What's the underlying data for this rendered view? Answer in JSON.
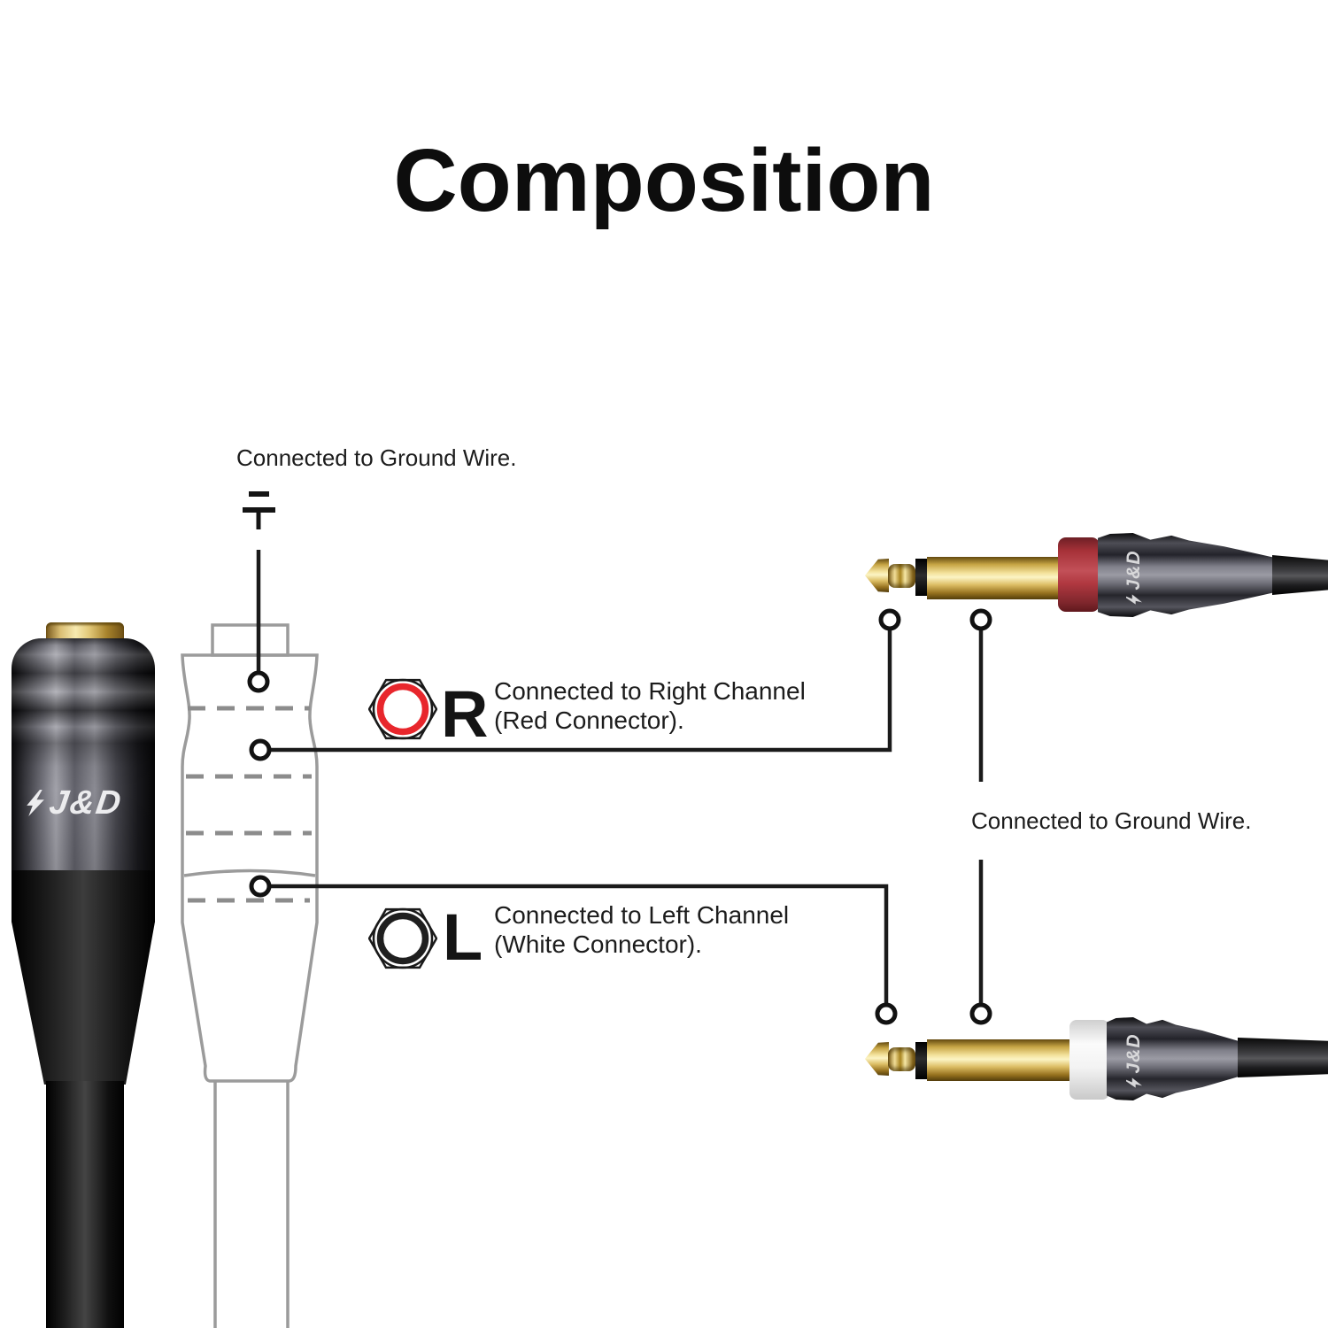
{
  "title": "Composition",
  "brand": "J&D",
  "annotations": {
    "ground_left": "Connected to Ground Wire.",
    "ground_right": "Connected to Ground Wire.",
    "right_channel": {
      "letter": "R",
      "line1": "Connected to Right Channel",
      "line2": "(Red Connector)."
    },
    "left_channel": {
      "letter": "L",
      "line1": "Connected to Left Channel",
      "line2": "(White Connector)."
    }
  },
  "colors": {
    "ring_red": "#e8262c",
    "ring_black": "#1f1f1f",
    "plug_band_red": "#b23b42",
    "plug_band_white": "#f2f2f2",
    "gold": "#d9bd72",
    "wireframe_gray": "#9b9b9b",
    "line_black": "#1a1a1a",
    "title_black": "#0d0d0d"
  }
}
